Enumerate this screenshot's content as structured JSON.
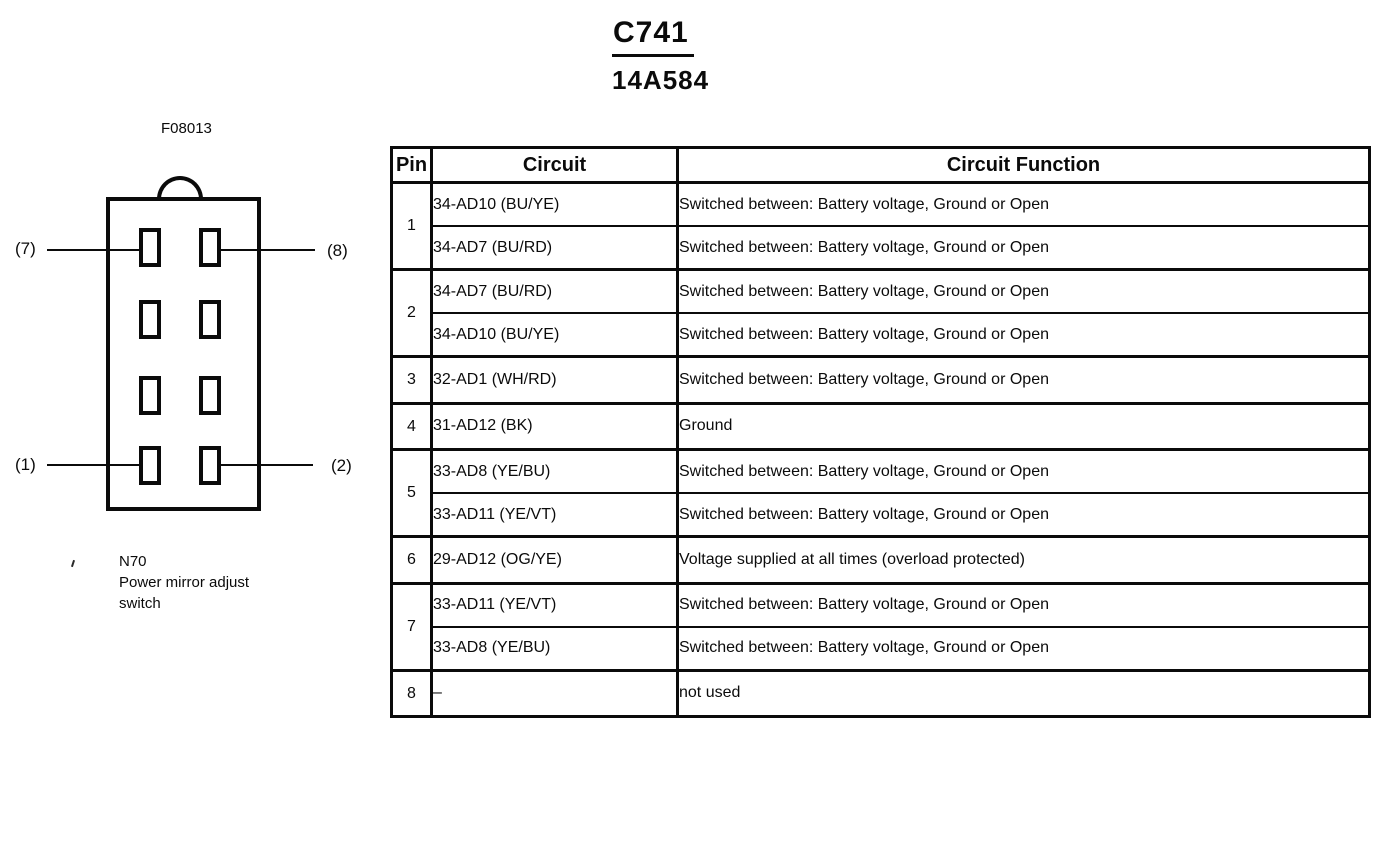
{
  "page": {
    "title": "C741",
    "subtitle": "14A584"
  },
  "colors": {
    "ink": "#0b0b0b",
    "paper": "#ffffff"
  },
  "connector": {
    "figure_label": "F08013",
    "pin_refs": {
      "top_left": "(7)",
      "top_right": "(8)",
      "bottom_left": "(1)",
      "bottom_right": "(2)"
    },
    "caption": [
      "N70",
      "Power mirror adjust",
      "switch"
    ]
  },
  "table": {
    "headers": {
      "pin": "Pin",
      "circuit": "Circuit",
      "function": "Circuit Function"
    },
    "groups": [
      {
        "pin": "1",
        "rows": [
          {
            "circuit": "34-AD10 (BU/YE)",
            "function": "Switched between: Battery voltage, Ground or Open"
          },
          {
            "circuit": "34-AD7 (BU/RD)",
            "function": "Switched between: Battery voltage, Ground or Open"
          }
        ]
      },
      {
        "pin": "2",
        "rows": [
          {
            "circuit": "34-AD7 (BU/RD)",
            "function": "Switched between: Battery voltage, Ground or Open"
          },
          {
            "circuit": "34-AD10 (BU/YE)",
            "function": "Switched between: Battery voltage, Ground or Open"
          }
        ]
      },
      {
        "pin": "3",
        "rows": [
          {
            "circuit": "32-AD1 (WH/RD)",
            "function": "Switched between: Battery voltage, Ground or Open"
          }
        ]
      },
      {
        "pin": "4",
        "rows": [
          {
            "circuit": "31-AD12 (BK)",
            "function": "Ground"
          }
        ]
      },
      {
        "pin": "5",
        "rows": [
          {
            "circuit": "33-AD8 (YE/BU)",
            "function": "Switched between: Battery voltage, Ground or Open"
          },
          {
            "circuit": "33-AD11 (YE/VT)",
            "function": "Switched between: Battery voltage, Ground or Open"
          }
        ]
      },
      {
        "pin": "6",
        "rows": [
          {
            "circuit": "29-AD12 (OG/YE)",
            "function": "Voltage supplied at all times (overload protected)"
          }
        ]
      },
      {
        "pin": "7",
        "rows": [
          {
            "circuit": "33-AD11 (YE/VT)",
            "function": "Switched between: Battery voltage, Ground or Open"
          },
          {
            "circuit": "33-AD8 (YE/BU)",
            "function": "Switched between: Battery voltage, Ground or Open"
          }
        ]
      },
      {
        "pin": "8",
        "rows": [
          {
            "circuit": "–",
            "function": "not used"
          }
        ]
      }
    ]
  }
}
